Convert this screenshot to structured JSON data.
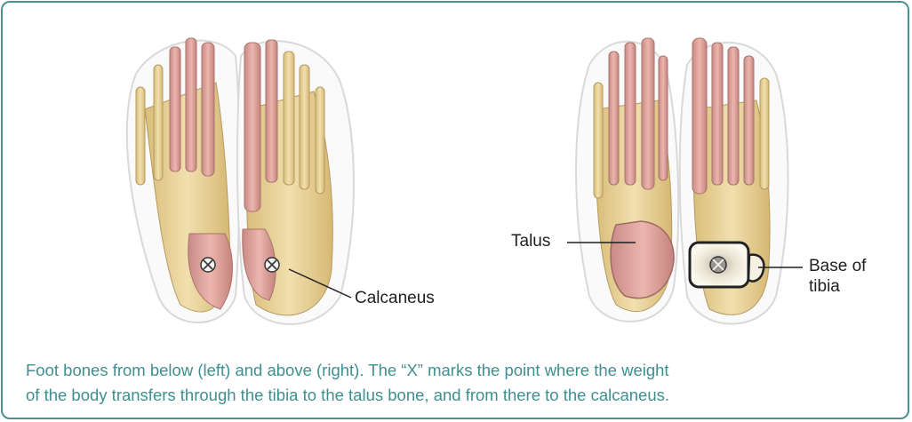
{
  "labels": {
    "calcaneus": "Calcaneus",
    "talus": "Talus",
    "tibia_base_line1": "Base of",
    "tibia_base_line2": "tibia"
  },
  "marker_symbol": "⊗",
  "caption": {
    "line1": "Foot bones from below (left) and above (right). The “X” marks the point where the weight",
    "line2": "of the body transfers through the tibia to the talus bone, and from there to the calcaneus."
  },
  "colors": {
    "frame": "#4b918f",
    "caption": "#3f8f91",
    "bone_yellow": "#e8d39c",
    "bone_pink": "#e0a6a0",
    "skin_outline": "#d9d9d9"
  }
}
